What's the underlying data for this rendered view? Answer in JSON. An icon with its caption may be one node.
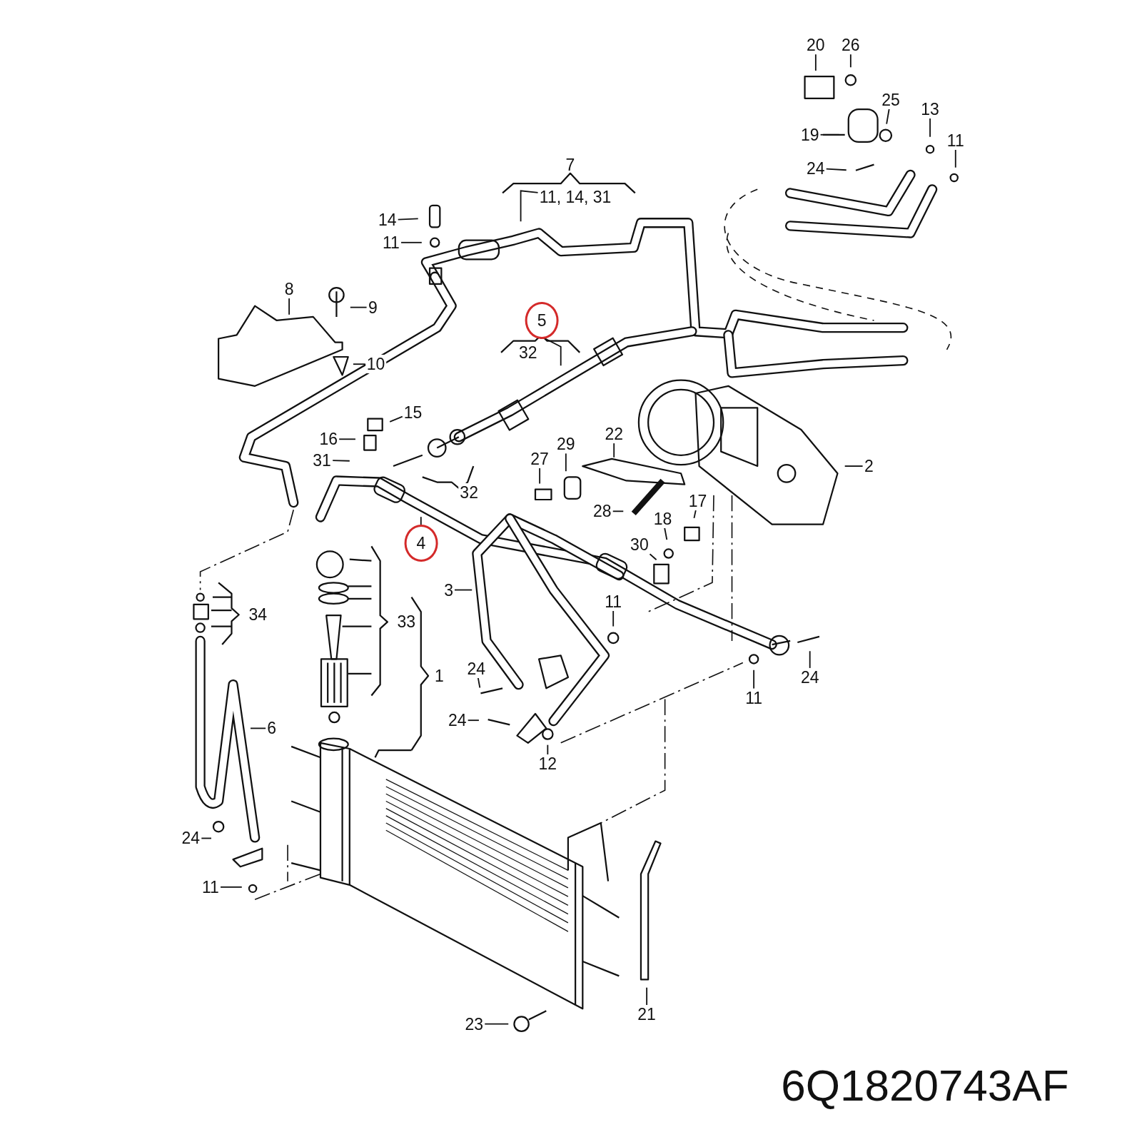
{
  "diagram": {
    "nodes": [
      {
        "text": [
          "20"
        ]
      },
      {
        "text": [
          "26"
        ]
      },
      {
        "text": [
          "25"
        ]
      },
      {
        "text": [
          "13"
        ]
      },
      {
        "text": [
          "11"
        ]
      },
      {
        "text": [
          "19"
        ]
      },
      {
        "text": [
          "24"
        ]
      },
      {
        "text": [
          "11, 14, 31"
        ]
      },
      {
        "text": [
          "14"
        ]
      },
      {
        "text": [
          "11"
        ]
      },
      {
        "text": [
          "8"
        ]
      },
      {
        "text": [
          "9"
        ]
      },
      {
        "text": [
          "10"
        ]
      },
      {
        "text": [
          "5"
        ]
      },
      {
        "text": [
          "32"
        ]
      },
      {
        "text": [
          "15"
        ]
      },
      {
        "text": [
          "16"
        ]
      },
      {
        "text": [
          "31"
        ]
      },
      {
        "text": [
          "32"
        ]
      },
      {
        "text": [
          "4"
        ]
      },
      {
        "text": [
          "27"
        ]
      },
      {
        "text": [
          "29"
        ]
      },
      {
        "text": [
          "22"
        ]
      },
      {
        "text": [
          "2"
        ]
      },
      {
        "text": [
          "28"
        ]
      },
      {
        "text": [
          "17"
        ]
      },
      {
        "text": [
          "18"
        ]
      },
      {
        "text": [
          "30"
        ]
      },
      {
        "text": [
          "3"
        ]
      },
      {
        "text": [
          "11"
        ]
      },
      {
        "text": [
          "34"
        ]
      },
      {
        "text": [
          "33"
        ]
      },
      {
        "text": [
          "1"
        ]
      },
      {
        "text": [
          "24"
        ]
      },
      {
        "text": [
          "24"
        ]
      },
      {
        "text": [
          "11"
        ]
      },
      {
        "text": [
          "6"
        ]
      },
      {
        "text": [
          "24"
        ]
      },
      {
        "text": [
          "12"
        ]
      },
      {
        "text": [
          "24"
        ]
      },
      {
        "text": [
          "11"
        ]
      },
      {
        "text": [
          "21"
        ]
      },
      {
        "text": [
          "23"
        ]
      }
    ],
    "edges": [
      {
        "from": 0,
        "to": null,
        "arrow": "none"
      },
      {
        "from": 1,
        "to": null,
        "arrow": "none"
      },
      {
        "from": 2,
        "to": null,
        "arrow": "none"
      },
      {
        "from": 3,
        "to": null,
        "arrow": "none"
      },
      {
        "from": 4,
        "to": null,
        "arrow": "none"
      },
      {
        "from": 5,
        "to": null,
        "arrow": "none"
      },
      {
        "from": 6,
        "to": null,
        "arrow": "none"
      },
      {
        "from": 7,
        "to": null,
        "arrow": "none"
      },
      {
        "from": 8,
        "to": null,
        "arrow": "none"
      },
      {
        "from": 9,
        "to": null,
        "arrow": "none"
      },
      {
        "from": 10,
        "to": null,
        "arrow": "none"
      },
      {
        "from": 11,
        "to": null,
        "arrow": "none"
      },
      {
        "from": 12,
        "to": null,
        "arrow": "none"
      },
      {
        "from": 13,
        "to": null,
        "arrow": "none"
      },
      {
        "from": 15,
        "to": null,
        "arrow": "none"
      },
      {
        "from": 16,
        "to": null,
        "arrow": "none"
      },
      {
        "from": 17,
        "to": null,
        "arrow": "none"
      },
      {
        "from": 19,
        "to": null,
        "arrow": "none"
      },
      {
        "from": 20,
        "to": null,
        "arrow": "none"
      },
      {
        "from": 21,
        "to": null,
        "arrow": "none"
      },
      {
        "from": 22,
        "to": null,
        "arrow": "none"
      },
      {
        "from": 23,
        "to": null,
        "arrow": "none"
      },
      {
        "from": 24,
        "to": null,
        "arrow": "none"
      },
      {
        "from": 25,
        "to": null,
        "arrow": "none"
      },
      {
        "from": 26,
        "to": null,
        "arrow": "none"
      },
      {
        "from": 27,
        "to": null,
        "arrow": "none"
      },
      {
        "from": 28,
        "to": null,
        "arrow": "none"
      },
      {
        "from": 29,
        "to": null,
        "arrow": "none"
      },
      {
        "from": 33,
        "to": null,
        "arrow": "none"
      },
      {
        "from": 34,
        "to": null,
        "arrow": "none"
      },
      {
        "from": 35,
        "to": null,
        "arrow": "none"
      },
      {
        "from": 36,
        "to": null,
        "arrow": "none"
      },
      {
        "from": 37,
        "to": null,
        "arrow": "none"
      },
      {
        "from": 38,
        "to": null,
        "arrow": "none"
      },
      {
        "from": 39,
        "to": null,
        "arrow": "none"
      },
      {
        "from": 40,
        "to": null,
        "arrow": "none"
      },
      {
        "from": 41,
        "to": null,
        "arrow": "none"
      },
      {
        "from": 42,
        "to": null,
        "arrow": "none"
      }
    ],
    "labels": [
      "7",
      "6Q1820743AF"
    ]
  }
}
